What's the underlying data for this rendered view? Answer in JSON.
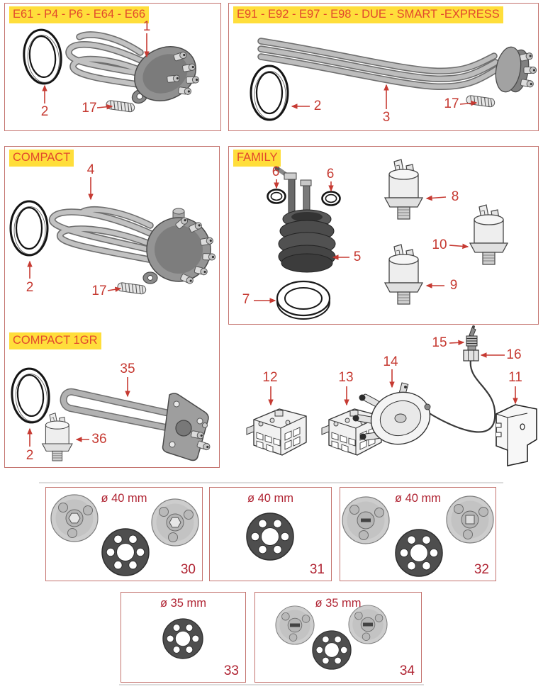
{
  "boxes": {
    "e61": {
      "title": "E61 - P4 - P6 - E64 - E66"
    },
    "e91": {
      "title": "E91 - E92 - E97 - E98 - DUE - SMART -EXPRESS"
    },
    "compact": {
      "title": "COMPACT"
    },
    "compact1gr": {
      "title": "COMPACT 1GR"
    },
    "family": {
      "title": "FAMILY"
    }
  },
  "callouts": {
    "e61_element": "1",
    "e61_gasket": "2",
    "e61_stud": "17",
    "e91_gasket": "2",
    "e91_element": "3",
    "e91_stud": "17",
    "compact_element": "4",
    "compact_gasket": "2",
    "compact_stud": "17",
    "c1gr_element": "35",
    "c1gr_gasket": "2",
    "c1gr_thermostat": "36",
    "family_oring_left": "6",
    "family_oring_right": "6",
    "family_coil": "5",
    "family_gasket": "7",
    "family_thermostat_top": "8",
    "family_thermostat_bottom": "9",
    "family_thermostat_right": "10",
    "loose_connector": "11",
    "loose_terminal_left": "12",
    "loose_terminal_right": "13",
    "loose_pressurestat": "14",
    "loose_probe": "15",
    "loose_nut": "16"
  },
  "gasket_boxes": [
    {
      "size": "ø 40 mm",
      "number": "30"
    },
    {
      "size": "ø 40 mm",
      "number": "31"
    },
    {
      "size": "ø 40 mm",
      "number": "32"
    },
    {
      "size": "ø 35 mm",
      "number": "33"
    },
    {
      "size": "ø 35 mm",
      "number": "34"
    }
  ],
  "colors": {
    "box_border": "#c4736e",
    "header_highlight": "#ffde3b",
    "header_text": "#e2492c",
    "callout_red": "#c63a32",
    "part_number_red": "#b02433"
  }
}
